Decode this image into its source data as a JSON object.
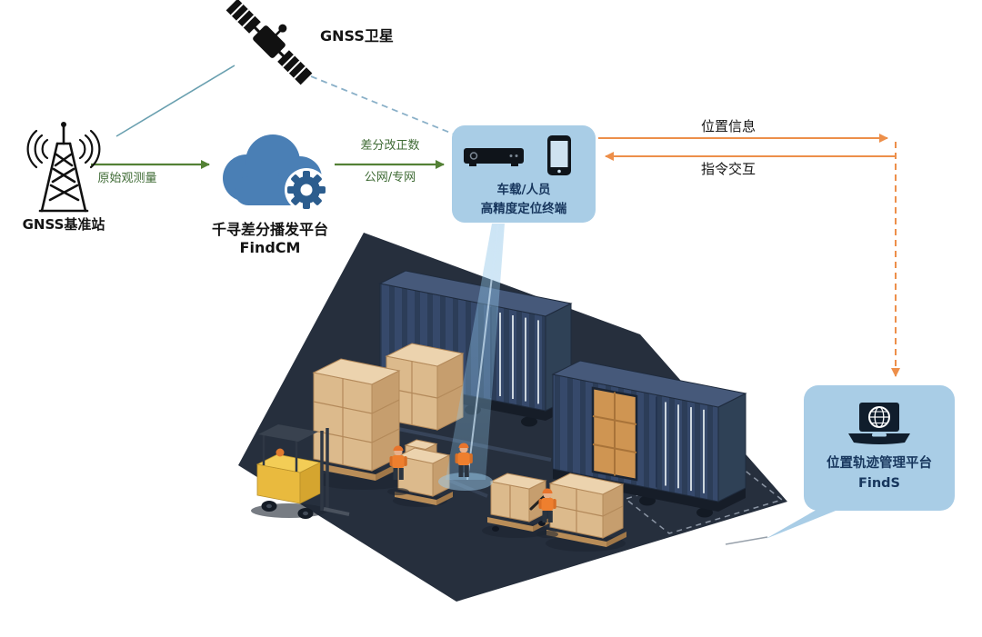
{
  "labels": {
    "satellite": "GNSS卫星",
    "base_station": "GNSS基准站",
    "cloud_line1": "千寻差分播发平台",
    "cloud_line2": "FindCM",
    "raw_observation": "原始观测量",
    "correction_line1": "差分改正数",
    "correction_line2": "公网/专网",
    "terminal_line1": "车载/人员",
    "terminal_line2": "高精度定位终端",
    "position_info": "位置信息",
    "command_interaction": "指令交互",
    "platform_line1": "位置轨迹管理平台",
    "platform_line2": "FindS"
  },
  "colors": {
    "callout_fill": "#a9cde6",
    "callout_text": "#17365d",
    "cloud_blue": "#4a7fb5",
    "gear_blue": "#2c5d8e",
    "arrow_green": "#538135",
    "arrow_orange": "#ed8f4a",
    "label_green": "#3f6b35",
    "teal_link": "#6aa0b0",
    "dashed_link_blue": "#8ab0c8",
    "ground_navy": "#262f3d",
    "container_navy": "#36496b",
    "box_tan": "#dcba8c",
    "forklift_yellow": "#e9ba3e",
    "beam_blue": "#8ec4e8"
  },
  "icons": {
    "satellite": "satellite-icon",
    "base_station": "radio-tower-icon",
    "cloud": "cloud-gear-icon",
    "terminal_receiver": "receiver-box-icon",
    "terminal_phone": "smartphone-icon",
    "platform": "laptop-globe-icon"
  }
}
